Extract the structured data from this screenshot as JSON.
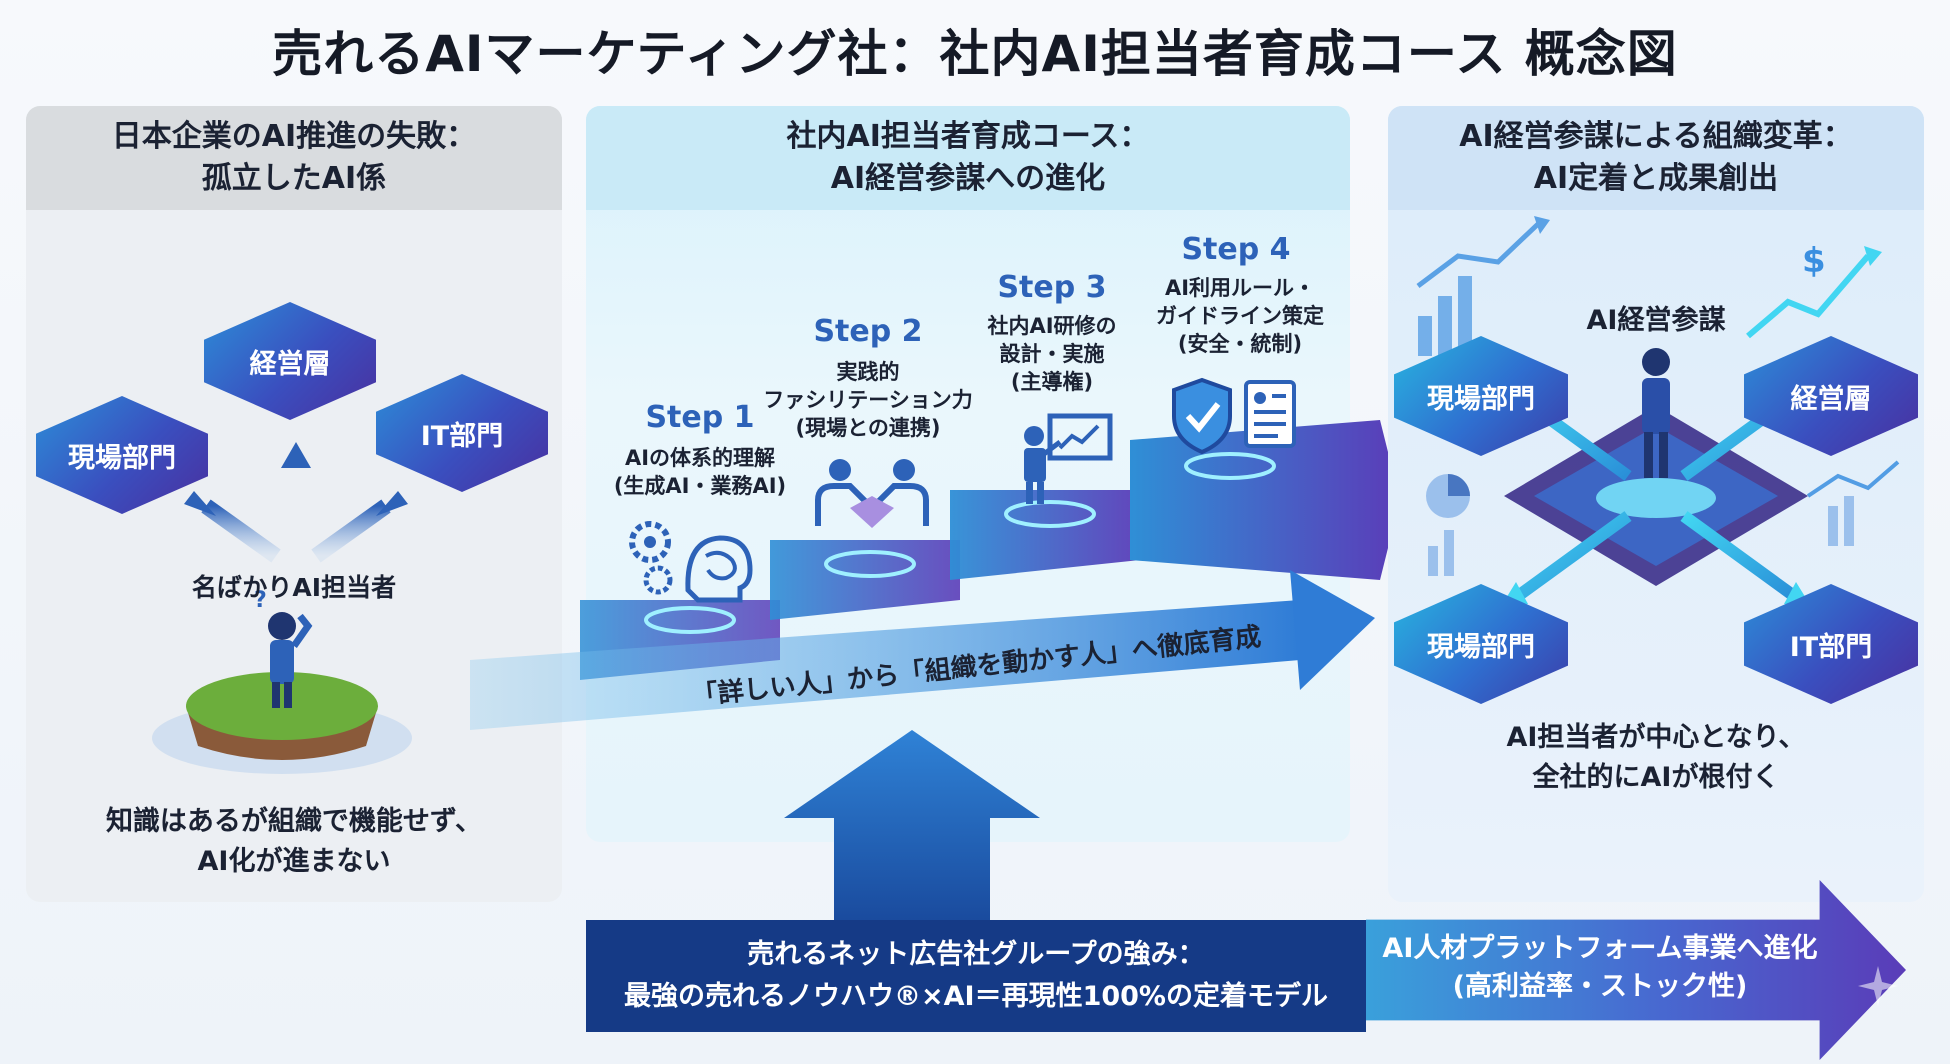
{
  "title": "売れるAIマーケティング社：社内AI担当者育成コース 概念図",
  "left_panel": {
    "heading_line1": "日本企業のAI推進の失敗：",
    "heading_line2": "孤立したAI係",
    "node_management": "経営層",
    "node_field": "現場部門",
    "node_it": "IT部門",
    "person_label": "名ばかりAI担当者",
    "question_mark": "?",
    "caption_line1": "知識はあるが組織で機能せず、",
    "caption_line2": "AI化が進まない"
  },
  "middle_panel": {
    "heading_line1": "社内AI担当者育成コース：",
    "heading_line2": "AI経営参謀への進化",
    "steps": [
      {
        "title": "Step 1",
        "desc_line1": "AIの体系的理解",
        "desc_line2": "(生成AI・業務AI)",
        "desc_line3": ""
      },
      {
        "title": "Step 2",
        "desc_line1": "実践的",
        "desc_line2": "ファシリテーション力",
        "desc_line3": "(現場との連携)"
      },
      {
        "title": "Step 3",
        "desc_line1": "社内AI研修の",
        "desc_line2": "設計・実施",
        "desc_line3": "(主導権)"
      },
      {
        "title": "Step 4",
        "desc_line1": "AI利用ルール・",
        "desc_line2": "ガイドライン策定",
        "desc_line3": "(安全・統制)"
      }
    ],
    "arrow_text": "「詳しい人」から「組織を動かす人」へ徹底育成"
  },
  "right_panel": {
    "heading_line1": "AI経営参謀による組織変革：",
    "heading_line2": "AI定着と成果創出",
    "center_label": "AI経営参謀",
    "node_field_top": "現場部門",
    "node_management": "経営層",
    "node_field_bottom": "現場部門",
    "node_it": "IT部門",
    "caption_line1": "AI担当者が中心となり、",
    "caption_line2": "全社的にAIが根付く"
  },
  "bottom": {
    "strength_line1": "売れるネット広告社グループの強み：",
    "strength_line2": "最強の売れるノウハウ®×AI＝再現性100%の定着モデル",
    "evolution_line1": "AI人材プラットフォーム事業へ進化",
    "evolution_line2": "(高利益率・ストック性)"
  },
  "colors": {
    "primary_blue": "#2d62b8",
    "navy": "#153a86",
    "purple": "#5a3cb8",
    "cyan": "#28b6e0"
  },
  "icons": [
    "gear-brain-icon",
    "handshake-icon",
    "teacher-board-icon",
    "shield-check-icon",
    "document-icon",
    "person-icon",
    "chart-icon",
    "dollar-icon"
  ]
}
